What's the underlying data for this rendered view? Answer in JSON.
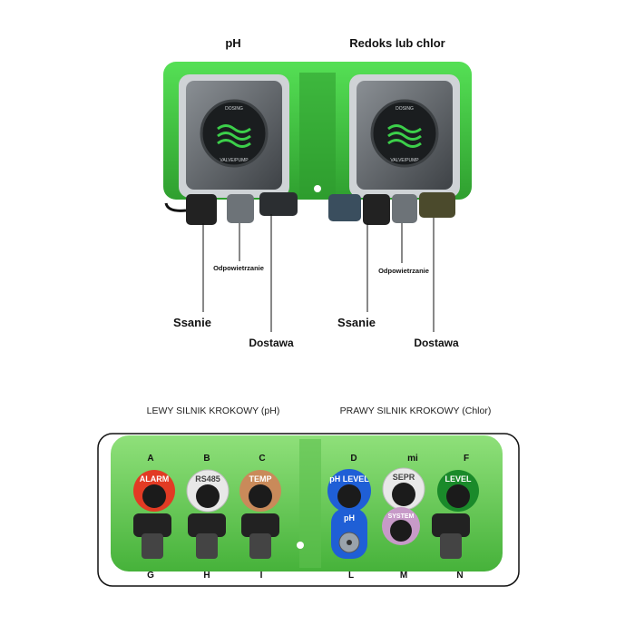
{
  "top": {
    "left_pump_title": "pH",
    "right_pump_title": "Redoks lub chlor",
    "labels": {
      "left_suction": "Ssanie",
      "left_vent": "Odpowietrzanie",
      "left_delivery": "Dostawa",
      "right_suction": "Ssanie",
      "right_vent": "Odpowietrzanie",
      "right_delivery": "Dostawa"
    },
    "pumphead_text": {
      "top": "DOSING",
      "bottom": "VALVE/PUMP"
    },
    "colors": {
      "body_green": "#3fcf3f",
      "body_dark": "#2aa52a",
      "head_grey": "#5b5f63"
    }
  },
  "bottom": {
    "left_motor_title": "LEWY SILNIK KROKOWY (pH)",
    "right_motor_title": "PRAWY SILNIK KROKOWY (Chlor)",
    "top_letters": [
      "A",
      "B",
      "C",
      "D",
      "mi",
      "F"
    ],
    "bottom_letters": [
      "G",
      "H",
      "I",
      "L",
      "M",
      "N"
    ],
    "connectors": [
      {
        "id": "A",
        "label": "ALARM",
        "ring_color": "#e23b24"
      },
      {
        "id": "B",
        "label": "RS485",
        "ring_color": "#e8e8e8"
      },
      {
        "id": "C",
        "label": "TEMP",
        "ring_color": "#c98a5a"
      },
      {
        "id": "D",
        "label": "pH LEVEL",
        "ring_color": "#1f5fd6"
      },
      {
        "id": "E",
        "label": "SEPR",
        "ring_color": "#e8e8e8"
      },
      {
        "id": "F",
        "label": "LEVEL",
        "ring_color": "#1a8a2a"
      }
    ],
    "lower_connectors": [
      {
        "id": "L",
        "label": "pH",
        "ring_color": "#1f5fd6"
      },
      {
        "id": "M",
        "label": "SYSTEM",
        "ring_color": "#c79ac8"
      }
    ]
  }
}
